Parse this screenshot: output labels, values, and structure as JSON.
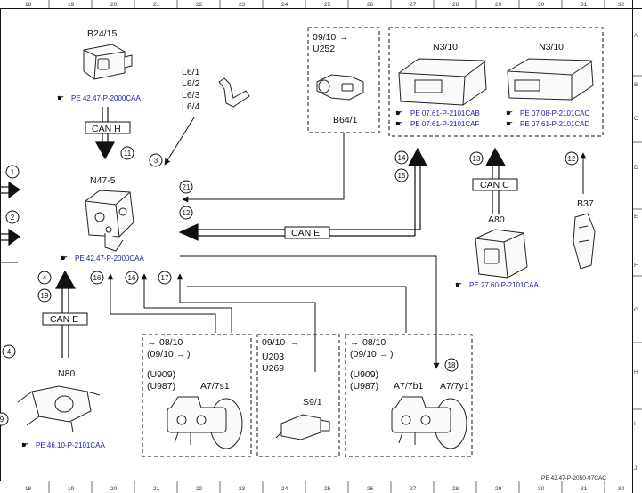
{
  "rulers": {
    "columns": [
      "18",
      "19",
      "20",
      "21",
      "22",
      "23",
      "24",
      "25",
      "26",
      "27",
      "28",
      "29",
      "30",
      "31",
      "32"
    ],
    "rows": [
      "A",
      "B",
      "C",
      "D",
      "E",
      "F",
      "G",
      "H",
      "I",
      "J"
    ]
  },
  "footer_code": "PE 42.47-P-2050-97CAC",
  "components": {
    "b24_15": {
      "name": "B24/15",
      "ref": "PE 42.47-P-2000CAA"
    },
    "l6": {
      "lines": [
        "L6/1",
        "L6/2",
        "L6/3",
        "L6/4"
      ]
    },
    "b64_1": {
      "name": "B64/1",
      "from_date": "09/10",
      "note": "U252"
    },
    "n3_10_left": {
      "name": "N3/10",
      "refs": [
        "PE 07.61-P-2101CAB",
        "PE 07.61-P-2101CAF"
      ]
    },
    "n3_10_right": {
      "name": "N3/10",
      "refs": [
        "PE 07.08-P-2101CAC",
        "PE 07.61-P-2101CAD"
      ]
    },
    "n47_5": {
      "name": "N47-5",
      "ref": "PE 42.47-P-2000CAA"
    },
    "a80": {
      "name": "A80",
      "ref": "PE 27.60-P-2101CAA"
    },
    "b37": {
      "name": "B37"
    },
    "n80": {
      "name": "N80",
      "ref": "PE 46.10-P-2101CAA"
    },
    "a7_7s1": {
      "name": "A7/7s1",
      "from_date": "08/10",
      "paren_date": "(09/10",
      "codes": [
        "(U909)",
        "(U987)"
      ]
    },
    "s9_1": {
      "name": "S9/1",
      "from_date": "09/10",
      "codes": [
        "U203",
        "U269"
      ]
    },
    "a7_7b1": {
      "name": "A7/7b1",
      "from_date": "08/10",
      "paren_date": "(09/10",
      "codes": [
        "(U909)",
        "(U987)"
      ]
    },
    "a7_7y1": {
      "name": "A7/7y1"
    }
  },
  "buses": {
    "can_h": "CAN H",
    "can_e_mid": "CAN E",
    "can_c": "CAN C",
    "can_e_left": "CAN E"
  },
  "signals": {
    "s1": "1",
    "s2": "2",
    "s3": "3",
    "s4": "4",
    "s4b": "4",
    "s9": "9",
    "s11": "11",
    "s12": "12",
    "s12b": "12",
    "s13": "13",
    "s14": "14",
    "s15": "15",
    "s16": "16",
    "s16b": "16",
    "s17": "17",
    "s18": "18",
    "s19": "19",
    "s21": "21"
  },
  "arrow_glyph": "→",
  "close_paren": ")"
}
